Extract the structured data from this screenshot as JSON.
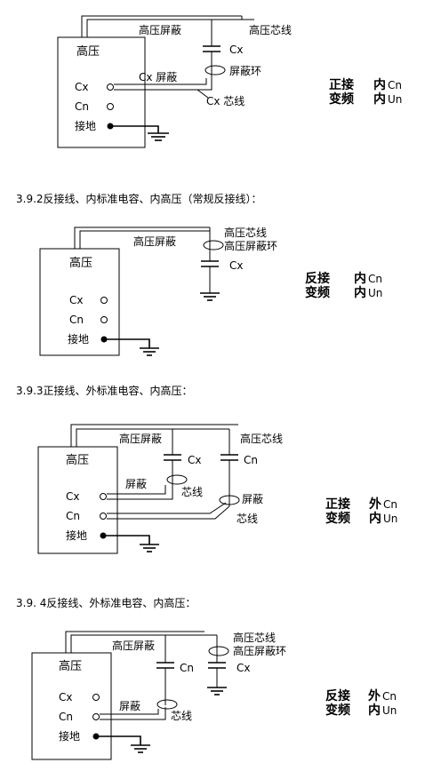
{
  "section1": {
    "box_label": "高压",
    "terminal_cx": "Cx",
    "terminal_cn": "Cn",
    "terminal_ground": "接地",
    "hv_shield": "高压屏蔽",
    "hv_core": "高压芯线",
    "cap_cx": "Cx",
    "cx_shield": "Cx 屏蔽",
    "shield_ring": "屏蔽环",
    "cx_core": "Cx 芯线",
    "mode1_a": "正接",
    "mode1_b": "内",
    "mode1_c": "Cn",
    "mode2_a": "变频",
    "mode2_b": "内",
    "mode2_c": "Un"
  },
  "section2": {
    "caption": "3.9.2反接线、内标准电容、内高压（常规反接线）：",
    "box_label": "高压",
    "terminal_cx": "Cx",
    "terminal_cn": "Cn",
    "terminal_ground": "接地",
    "hv_shield": "高压屏蔽",
    "hv_core": "高压芯线",
    "hv_shield_ring": "高压屏蔽环",
    "cap_cx": "Cx",
    "mode1_a": "反接",
    "mode1_b": "内",
    "mode1_c": "Cn",
    "mode2_a": "变频",
    "mode2_b": "内",
    "mode2_c": "Un"
  },
  "section3": {
    "caption": "3.9.3正接线、外标准电容、内高压：",
    "box_label": "高压",
    "terminal_cx": "Cx",
    "terminal_cn": "Cn",
    "terminal_ground": "接地",
    "hv_shield": "高压屏蔽",
    "hv_core": "高压芯线",
    "cap_cx": "Cx",
    "cap_cn": "Cn",
    "shield_a": "屏蔽",
    "core_a": "芯线",
    "shield_b": "屏蔽",
    "core_b": "芯线",
    "mode1_a": "正接",
    "mode1_b": "外",
    "mode1_c": "Cn",
    "mode2_a": "变频",
    "mode2_b": "内",
    "mode2_c": "Un"
  },
  "section4": {
    "caption": "3.9. 4反接线、外标准电容、内高压：",
    "box_label": "高压",
    "terminal_cx": "Cx",
    "terminal_cn": "Cn",
    "terminal_ground": "接地",
    "hv_shield": "高压屏蔽",
    "hv_core": "高压芯线",
    "hv_shield_ring": "高压屏蔽环",
    "cap_cn": "Cn",
    "cap_cx": "Cx",
    "shield": "屏蔽",
    "core": "芯线",
    "mode1_a": "反接",
    "mode1_b": "外",
    "mode1_c": "Cn",
    "mode2_a": "变频",
    "mode2_b": "内",
    "mode2_c": "Un"
  }
}
